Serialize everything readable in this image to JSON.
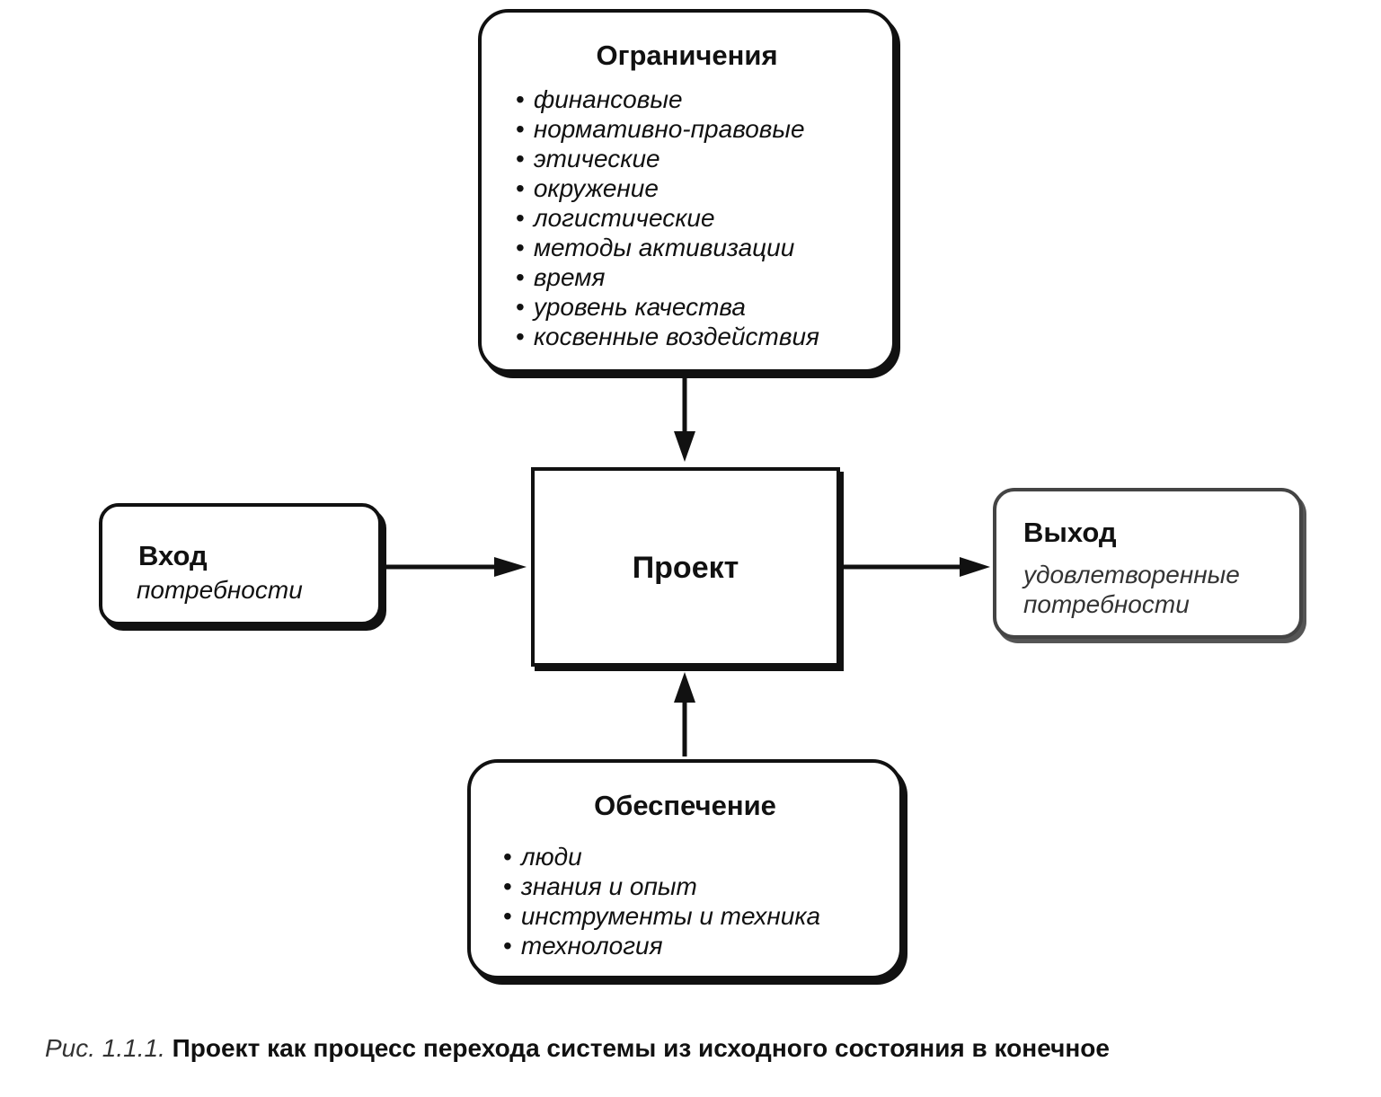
{
  "constraints": {
    "title": "Ограничения",
    "items": [
      "финансовые",
      "нормативно-правовые",
      "этические",
      "окружение",
      "логистические",
      "методы активизации",
      "время",
      "уровень качества",
      "косвенные воздействия"
    ]
  },
  "project": {
    "title": "Проект"
  },
  "input": {
    "title": "Вход",
    "subtitle": "потребности"
  },
  "output": {
    "title": "Выход",
    "line1": "удовлетворенные",
    "line2": "потребности"
  },
  "resources": {
    "title": "Обеспечение",
    "items": [
      "люди",
      "знания и опыт",
      "инструменты и техника",
      "технология"
    ]
  },
  "caption": {
    "label": "Рис. 1.1.1.",
    "text": "Проект как процесс перехода системы из исходного состояния в конечное"
  },
  "colors": {
    "ink": "#111111",
    "background": "#ffffff"
  }
}
